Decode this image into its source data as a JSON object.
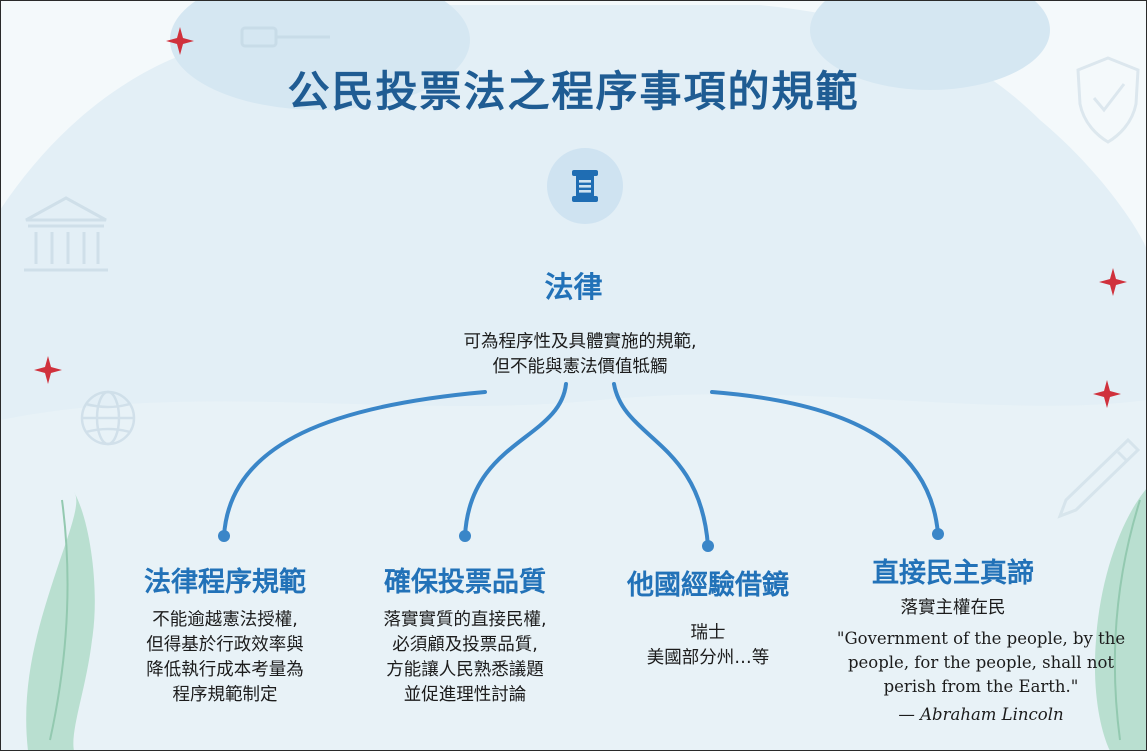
{
  "title": "公民投票法之程序事項的規範",
  "center": {
    "icon": "scroll-icon",
    "heading": "法律",
    "description_lines": [
      "可為程序性及具體實施的規範,",
      "但不能與憲法價值牴觸"
    ]
  },
  "branches": [
    {
      "heading": "法律程序規範",
      "lines": [
        "不能逾越憲法授權,",
        "但得基於行政效率與",
        "降低執行成本考量為",
        "程序規範制定"
      ]
    },
    {
      "heading": "確保投票品質",
      "lines": [
        "落實實質的直接民權,",
        "必須顧及投票品質,",
        "方能讓人民熟悉議題",
        "並促進理性討論"
      ]
    },
    {
      "heading": "他國經驗借鏡",
      "lines": [
        "瑞士",
        "美國部分州…等"
      ]
    },
    {
      "heading": "直接民主真諦",
      "lines": [
        "落實主權在民"
      ],
      "quote_lines": [
        "\"Government of the people, by the",
        "people, for the people, shall not",
        "perish from the Earth.\""
      ],
      "author": "— Abraham Lincoln"
    }
  ],
  "decor_icons": [
    "sparkle-icon",
    "gavel-icon",
    "courthouse-icon",
    "globe-icon",
    "shield-icon",
    "pen-icon",
    "leaf-icon"
  ],
  "colors": {
    "title": "#1f5c93",
    "heading": "#2272b8",
    "connector": "#3a86c8",
    "sparkle": "#d0313c",
    "leaf": "#a9d8c3",
    "background": "#f4f9fb"
  }
}
